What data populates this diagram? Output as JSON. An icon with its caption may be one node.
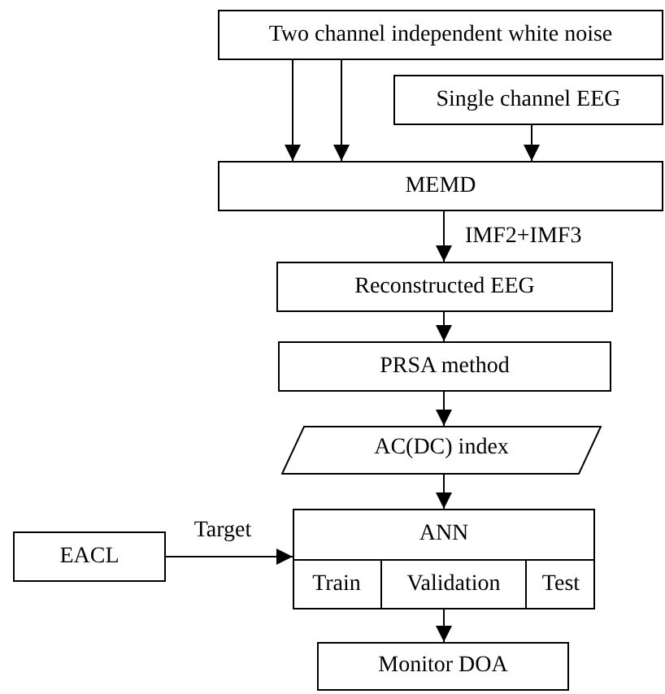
{
  "diagram": {
    "nodes": [
      {
        "text": [
          "Two channel independent white noise"
        ]
      },
      {
        "text": [
          "Single channel EEG"
        ]
      },
      {
        "text": [
          "MEMD"
        ]
      },
      {
        "text": [
          "Reconstructed EEG"
        ]
      },
      {
        "text": [
          "PRSA method"
        ]
      },
      {
        "text": [
          "AC(DC) index"
        ]
      },
      {
        "text": [
          "EACL"
        ]
      },
      {
        "text": [
          "ANN"
        ]
      },
      {
        "text": [
          "Train"
        ],
        "in": 7
      },
      {
        "text": [
          "Validation"
        ],
        "in": 7
      },
      {
        "text": [
          "Test"
        ],
        "in": 7
      },
      {
        "text": [
          "Monitor DOA"
        ]
      }
    ],
    "edges": [
      {
        "from": 0,
        "to": 2,
        "arrow": "to"
      },
      {
        "from": 0,
        "to": 2,
        "arrow": "to"
      },
      {
        "from": 1,
        "to": 2,
        "arrow": "to"
      },
      {
        "from": 2,
        "to": 3,
        "arrow": "to",
        "label": "IMF2+IMF3"
      },
      {
        "from": 3,
        "to": 4,
        "arrow": "to"
      },
      {
        "from": 4,
        "to": 5,
        "arrow": "to"
      },
      {
        "from": 5,
        "to": 7,
        "arrow": "to"
      },
      {
        "from": 6,
        "to": 7,
        "arrow": "to",
        "label": "Target"
      },
      {
        "from": 7,
        "to": 11,
        "arrow": "to"
      }
    ]
  }
}
